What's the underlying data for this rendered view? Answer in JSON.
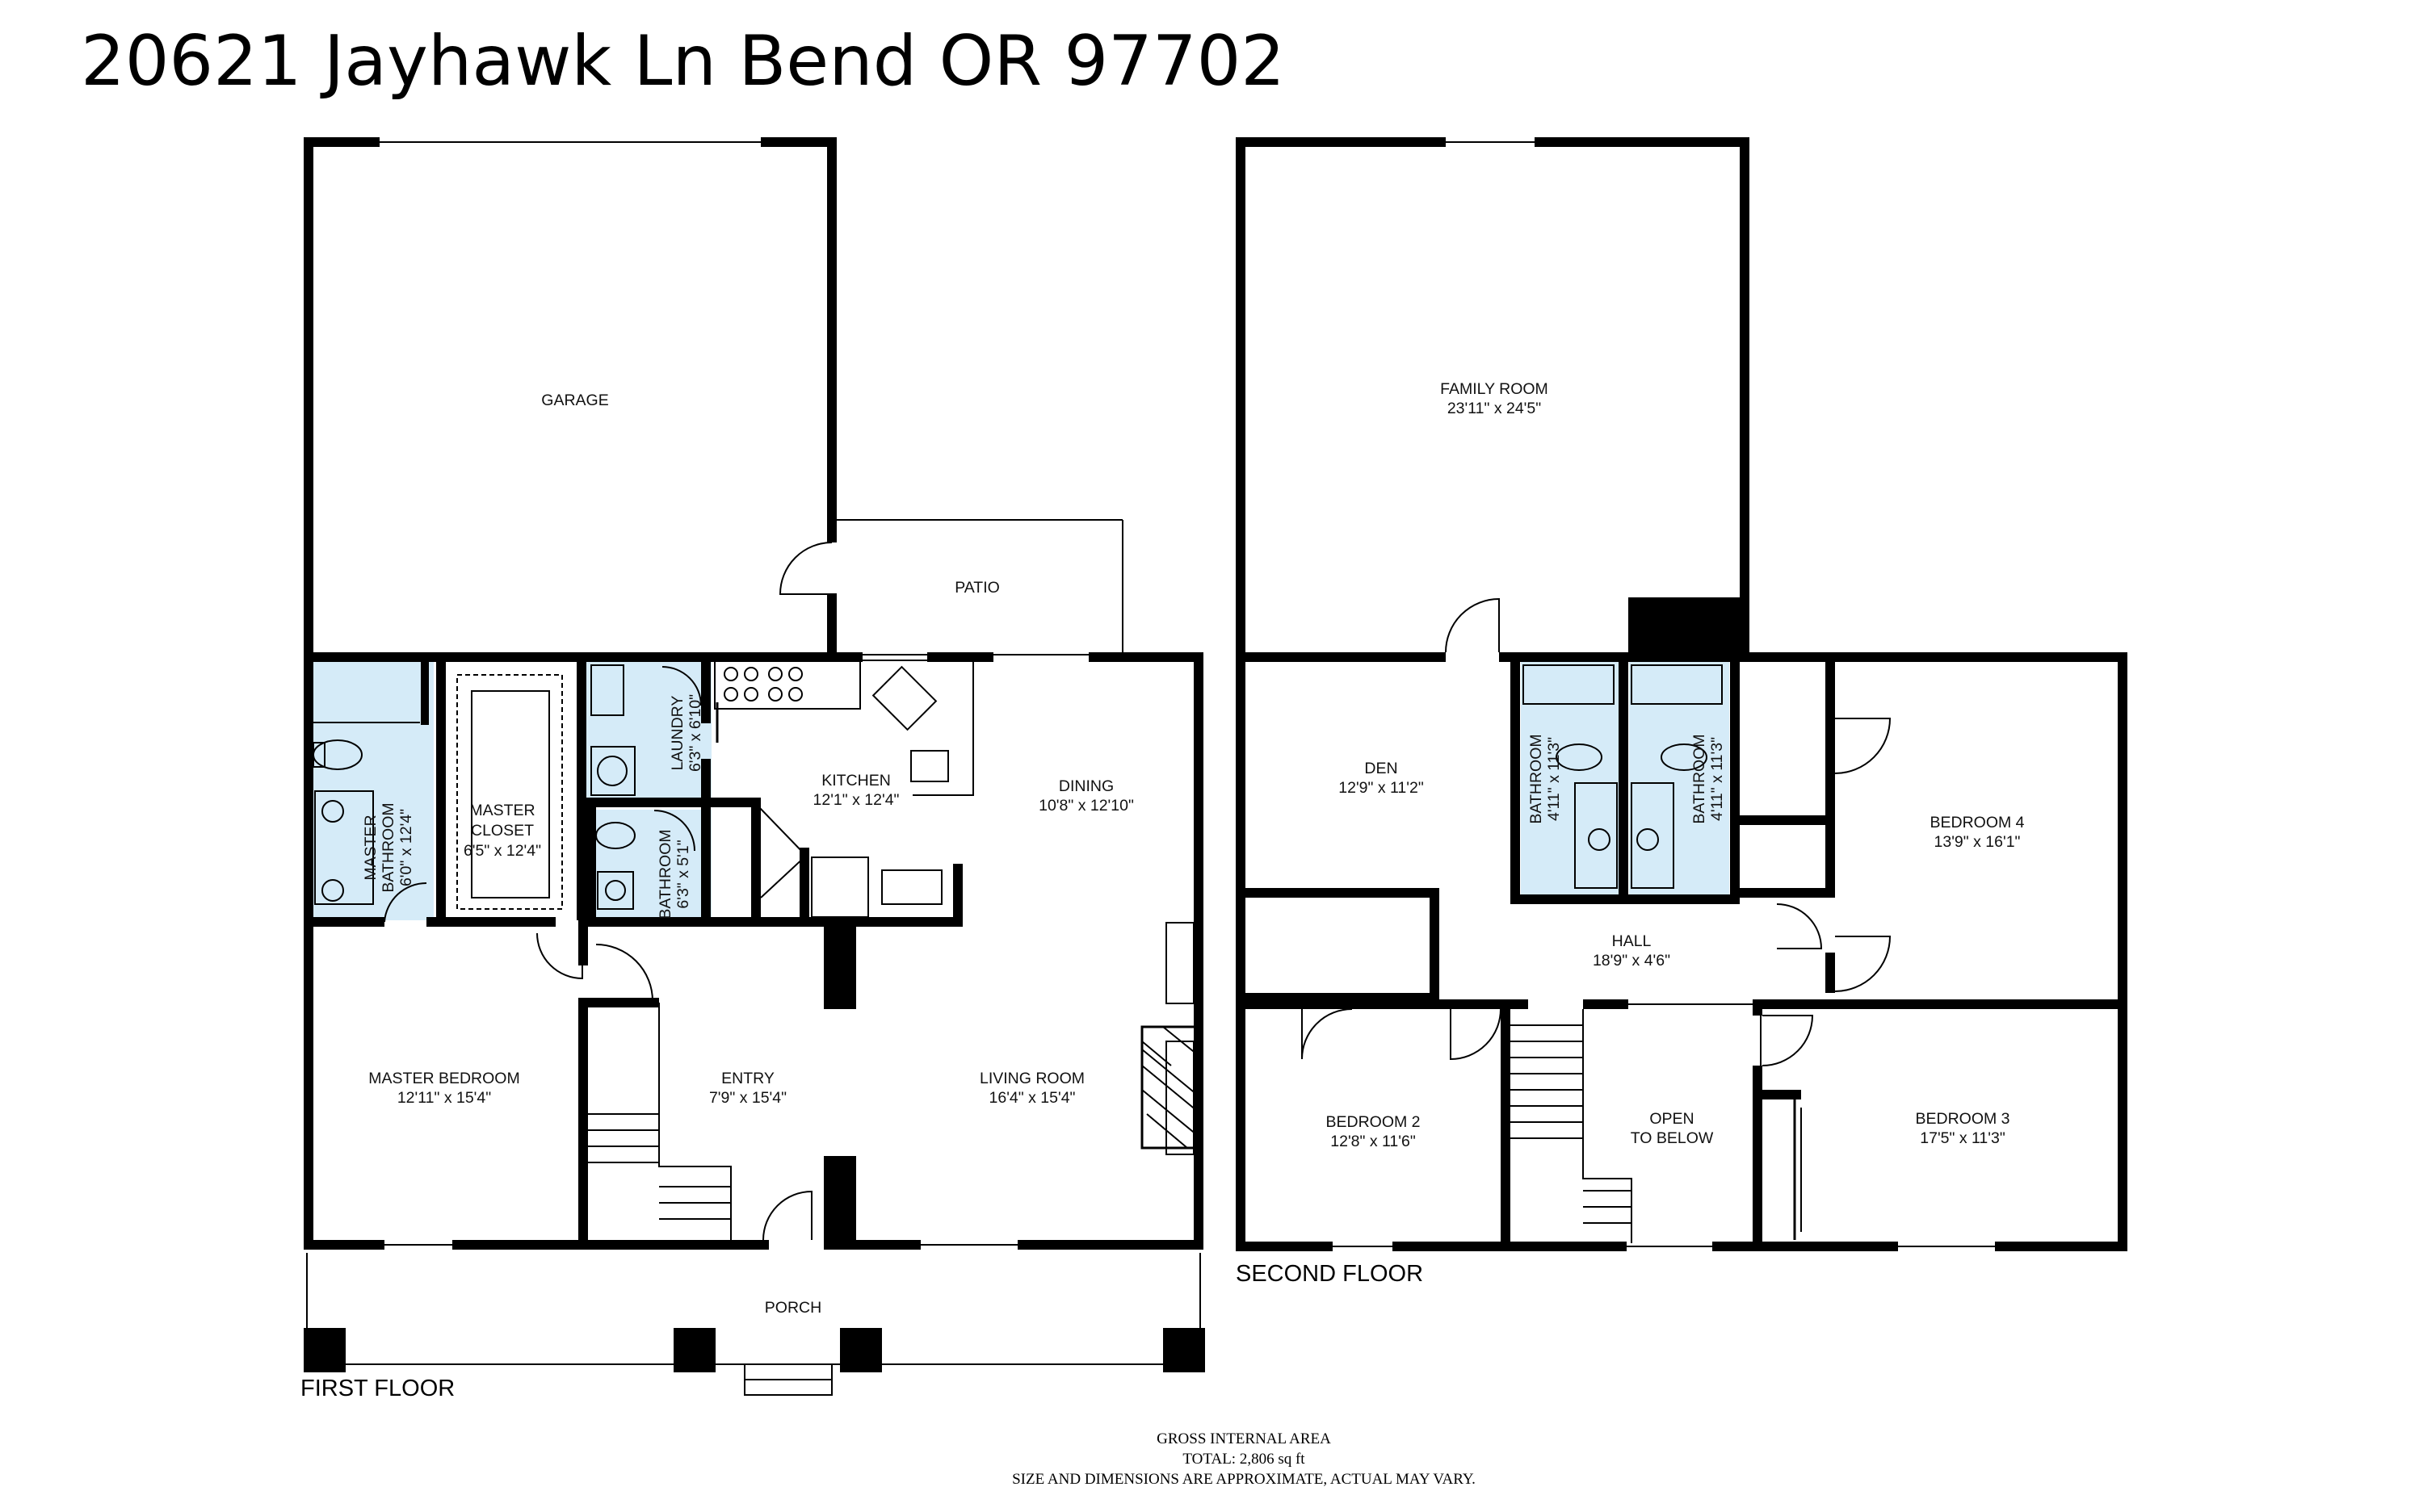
{
  "address": "20621 Jayhawk Ln Bend OR 97702",
  "first_floor": {
    "label": "FIRST FLOOR",
    "rooms": {
      "garage": {
        "name": "GARAGE"
      },
      "patio": {
        "name": "PATIO"
      },
      "master_bathroom": {
        "name1": "MASTER",
        "name2": "BATHROOM",
        "dims": "6'0\" x 12'4\""
      },
      "master_closet": {
        "name1": "MASTER",
        "name2": "CLOSET",
        "dims": "6'5\" x 12'4\""
      },
      "laundry": {
        "name": "LAUNDRY",
        "dims": "6'3\" x 6'10\""
      },
      "bathroom": {
        "name": "BATHROOM",
        "dims": "6'3\" x 5'1\""
      },
      "kitchen": {
        "name": "KITCHEN",
        "dims": "12'1\" x 12'4\""
      },
      "dining": {
        "name": "DINING",
        "dims": "10'8\" x 12'10\""
      },
      "master_bedroom": {
        "name": "MASTER BEDROOM",
        "dims": "12'11\" x 15'4\""
      },
      "entry": {
        "name": "ENTRY",
        "dims": "7'9\" x 15'4\""
      },
      "living_room": {
        "name": "LIVING ROOM",
        "dims": "16'4\" x 15'4\""
      },
      "porch": {
        "name": "PORCH"
      }
    }
  },
  "second_floor": {
    "label": "SECOND FLOOR",
    "rooms": {
      "family_room": {
        "name": "FAMILY ROOM",
        "dims": "23'11\" x 24'5\""
      },
      "den": {
        "name": "DEN",
        "dims": "12'9\" x 11'2\""
      },
      "bathroom_1": {
        "name": "BATHROOM",
        "dims": "4'11\" x 11'3\""
      },
      "bathroom_2": {
        "name": "BATHROOM",
        "dims": "4'11\" x 11'3\""
      },
      "bedroom_4": {
        "name": "BEDROOM 4",
        "dims": "13'9\" x 16'1\""
      },
      "hall": {
        "name": "HALL",
        "dims": "18'9\" x 4'6\""
      },
      "bedroom_2": {
        "name": "BEDROOM 2",
        "dims": "12'8\" x 11'6\""
      },
      "open_to_below": {
        "name1": "OPEN",
        "name2": "TO BELOW"
      },
      "bedroom_3": {
        "name": "BEDROOM 3",
        "dims": "17'5\" x 11'3\""
      }
    }
  },
  "footer": {
    "line1": "GROSS INTERNAL AREA",
    "line2": "TOTAL: 2,806 sq ft",
    "line3": "SIZE AND DIMENSIONS ARE APPROXIMATE, ACTUAL MAY VARY."
  },
  "colors": {
    "walls": "#000000",
    "bathroom_fill": "#d5ebf8",
    "background": "#ffffff"
  }
}
